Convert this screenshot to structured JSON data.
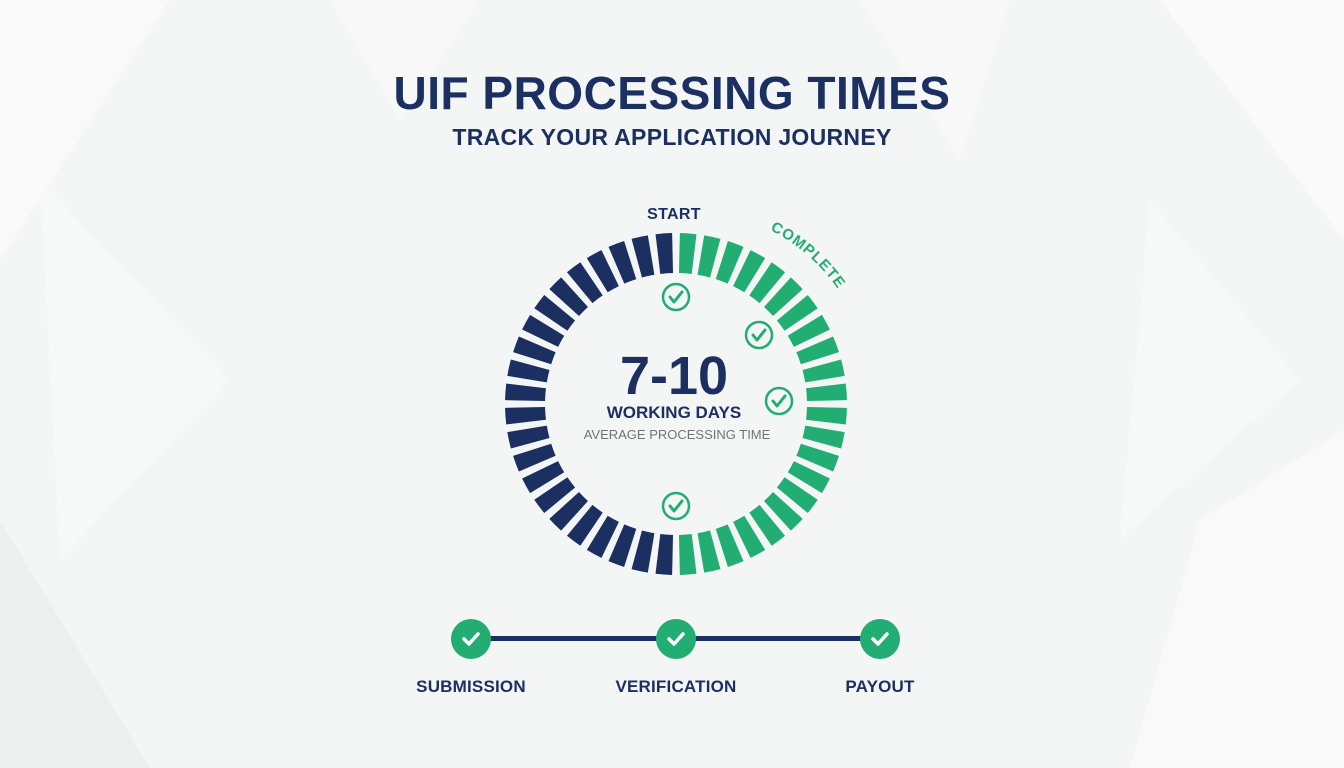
{
  "header": {
    "title": "UIF PROCESSING TIMES",
    "subtitle": "TRACK YOUR APPLICATION JOURNEY"
  },
  "progress_ring": {
    "start_label": "START",
    "complete_label": "COMPLETE",
    "center_value": "7-10",
    "center_unit": "WORKING DAYS",
    "center_caption": "AVERAGE PROCESSING TIME",
    "completed_fraction": 0.5,
    "check_icons": [
      "check-icon",
      "check-icon",
      "check-icon",
      "check-icon"
    ]
  },
  "timeline": {
    "steps": [
      {
        "label": "SUBMISSION",
        "status": "complete",
        "icon": "check-icon"
      },
      {
        "label": "VERIFICATION",
        "status": "complete",
        "icon": "check-icon"
      },
      {
        "label": "PAYOUT",
        "status": "complete",
        "icon": "check-icon"
      }
    ]
  },
  "colors": {
    "navy": "#1b3060",
    "green": "#22ad72",
    "muted_text": "#707478",
    "background": "#f4f5f5"
  }
}
